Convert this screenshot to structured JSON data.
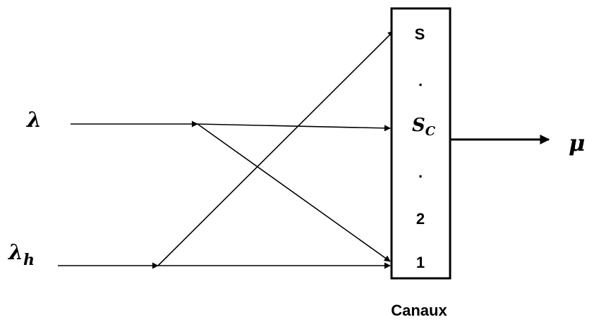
{
  "inputs": {
    "lambda": {
      "symbol": "λ"
    },
    "lambda_h": {
      "symbol": "λ",
      "subscript": "h"
    }
  },
  "output": {
    "symbol": "μ"
  },
  "channels": {
    "caption": "Canaux",
    "slots": [
      {
        "id": "s",
        "label": "S"
      },
      {
        "id": "dot-upper",
        "label": "."
      },
      {
        "id": "sc",
        "label": "S",
        "subscript": "C"
      },
      {
        "id": "dot-lower",
        "label": "."
      },
      {
        "id": "two",
        "label": "2"
      },
      {
        "id": "one",
        "label": "1"
      }
    ]
  }
}
